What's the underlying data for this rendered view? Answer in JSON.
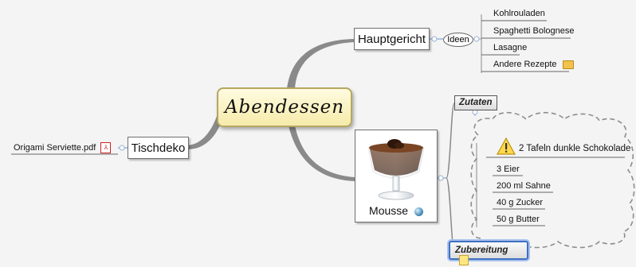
{
  "central": {
    "label": "Abendessen"
  },
  "branches": {
    "hauptgericht": {
      "label": "Hauptgericht",
      "callout": "Ideen",
      "items": [
        "Kohlrouladen",
        "Spaghetti Bolognese",
        "Lasagne",
        "Andere Rezepte"
      ]
    },
    "tischdeko": {
      "label": "Tischdeko",
      "attachment": "Origami Serviette.pdf"
    },
    "mousse": {
      "label": "Mousse",
      "zutaten_label": "Zutaten",
      "zutaten": [
        "2 Tafeln dunkle Schokolade",
        "3 Eier",
        "200 ml Sahne",
        "40 g Zucker",
        "50 g Butter"
      ],
      "zubereitung_label": "Zubereitung"
    }
  },
  "icons": {
    "attachment": "pdf-icon",
    "folder": "folder-icon",
    "link": "globe-icon",
    "note": "note-icon",
    "warning": "warning-icon",
    "image": "chocolate-mousse-image"
  },
  "colors": {
    "background": "#f4f4f4",
    "branch_line": "#8a8a8a",
    "connector": "#9ab3d6",
    "central_fill": "#f6ebaa",
    "central_border": "#b5a762",
    "selection": "#3f6fc4"
  }
}
